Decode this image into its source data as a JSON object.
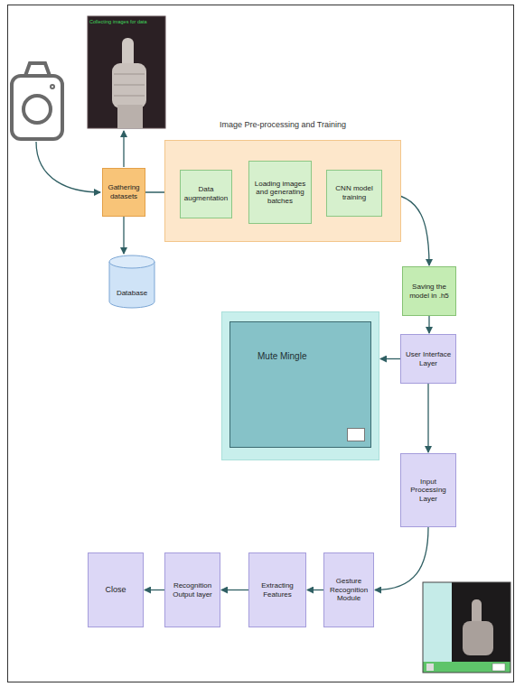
{
  "diagram": {
    "nodes": [
      {
        "text": [
          "Image Pre-processing and Training"
        ]
      },
      {
        "text": [
          "Gathering datasets"
        ]
      },
      {
        "text": [
          "Data augmentation"
        ],
        "in": 0
      },
      {
        "text": [
          "Loading images and generating batches"
        ],
        "in": 0
      },
      {
        "text": [
          "CNN model training"
        ],
        "in": 0
      },
      {
        "text": [
          "Database"
        ]
      },
      {
        "text": [
          "Saving the model in .h5"
        ]
      },
      {
        "text": [
          "Mute Mingle"
        ]
      },
      {
        "text": [
          "User Interface Layer"
        ]
      },
      {
        "text": [
          "Input Processing Layer"
        ]
      },
      {
        "text": [
          "Gesture Recognition Module"
        ]
      },
      {
        "text": [
          "Extracting Features"
        ]
      },
      {
        "text": [
          "Recognition Output layer"
        ]
      },
      {
        "text": [
          "Close"
        ]
      }
    ],
    "edges": [
      {
        "from": 1,
        "to": 5,
        "arrow": "to"
      },
      {
        "from": 1,
        "to": 2,
        "arrow": "to"
      },
      {
        "from": 2,
        "to": 3,
        "arrow": "to"
      },
      {
        "from": 3,
        "to": 4,
        "arrow": "to"
      },
      {
        "from": 4,
        "to": 6,
        "arrow": "to"
      },
      {
        "from": 6,
        "to": 8,
        "arrow": "to"
      },
      {
        "from": 8,
        "to": 7,
        "arrow": "to"
      },
      {
        "from": 8,
        "to": 9,
        "arrow": "to"
      },
      {
        "from": 9,
        "to": 10,
        "arrow": "to"
      },
      {
        "from": 10,
        "to": 11,
        "arrow": "to"
      },
      {
        "from": 11,
        "to": 12,
        "arrow": "to"
      },
      {
        "from": 12,
        "to": 13,
        "arrow": "to"
      }
    ],
    "labels": [
      "Collecting images for data"
    ]
  }
}
